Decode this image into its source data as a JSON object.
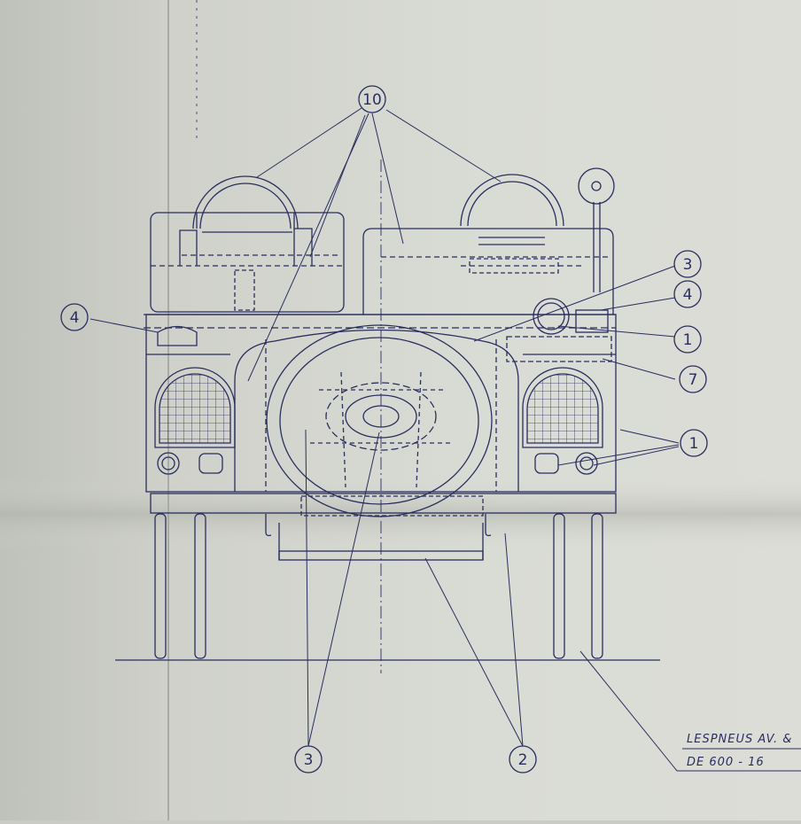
{
  "callouts": {
    "c10": "10",
    "c3_top": "3",
    "c4_right": "4",
    "c4_left": "4",
    "c1_upper": "1",
    "c7": "7",
    "c1_lower": "1",
    "c3_bottom": "3",
    "c2": "2"
  },
  "note": {
    "line1": "LESPNEUS AV. &",
    "line2": "DE 600 - 16"
  },
  "colors": {
    "paper": "#d6d8d2",
    "ink": "#2a2e5e",
    "fold_shadow": "#b9bcb4"
  }
}
